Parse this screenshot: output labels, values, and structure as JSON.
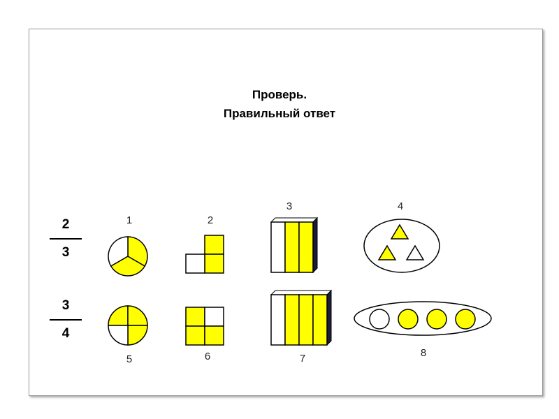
{
  "title": {
    "line1": "Проверь.",
    "line2": "Правильный ответ"
  },
  "fractions": [
    {
      "numerator": "2",
      "denominator": "3"
    },
    {
      "numerator": "3",
      "denominator": "4"
    }
  ],
  "figures": [
    {
      "label": "1",
      "shape": "circle-thirds",
      "shaded": 2,
      "parts": 3
    },
    {
      "label": "2",
      "shape": "l-squares",
      "shaded": 2,
      "parts": 3
    },
    {
      "label": "3",
      "shape": "box-strips",
      "shaded": 2,
      "parts": 3
    },
    {
      "label": "4",
      "shape": "oval-triangles",
      "shaded": 2,
      "parts": 3
    },
    {
      "label": "5",
      "shape": "circle-quarters",
      "shaded": 3,
      "parts": 4
    },
    {
      "label": "6",
      "shape": "square-quarters",
      "shaded": 3,
      "parts": 4
    },
    {
      "label": "7",
      "shape": "box-strips",
      "shaded": 3,
      "parts": 4
    },
    {
      "label": "8",
      "shape": "oval-circles",
      "shaded": 3,
      "parts": 4
    }
  ],
  "colors": {
    "fill": "#ffff00",
    "stroke": "#000000",
    "box_side": "#1a1a3a",
    "frame": "#9a9a9a"
  }
}
